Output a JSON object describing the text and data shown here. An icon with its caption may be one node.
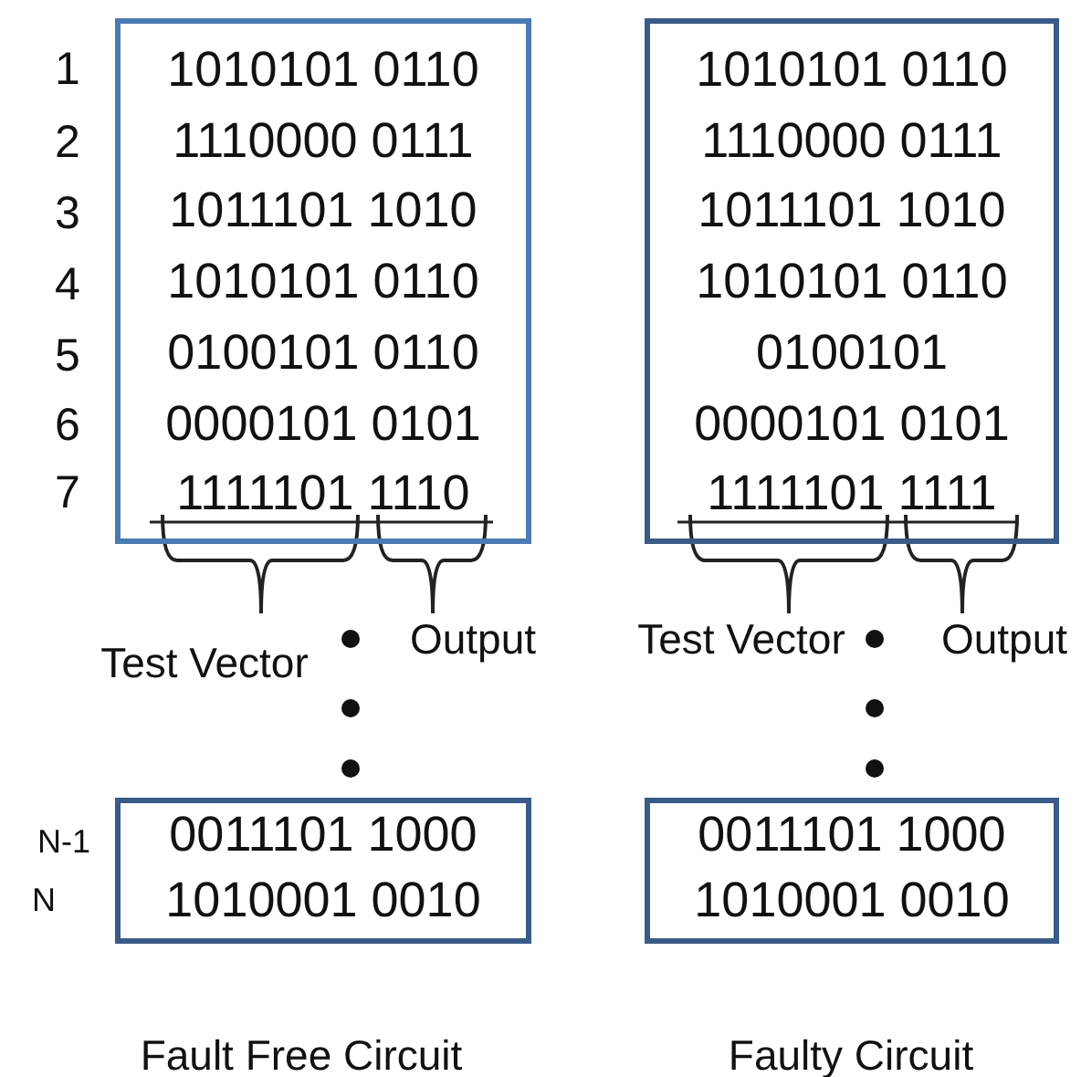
{
  "diagram": {
    "nodes": [
      {
        "text": [
          "1010101 0110",
          "1110000 0111",
          "1011101 1010",
          "1010101 0110",
          "0100101 0110",
          "0000101 0101",
          "1111101 1110"
        ]
      },
      {
        "text": [
          "1010101 0110",
          "1110000 0111",
          "1011101 1010",
          "1010101 0110",
          "0100101",
          "0000101 0101",
          "1111101 1111"
        ]
      },
      {
        "text": [
          "0011101 1000",
          "1010001 0010"
        ]
      },
      {
        "text": [
          "0011101 1000",
          "1010001 0010"
        ]
      }
    ],
    "labels": [
      "1",
      "2",
      "3",
      "4",
      "5",
      "6",
      "7",
      "Test Vector",
      "Output",
      "Test Vector",
      "Output",
      "N-1",
      "N",
      "Fault Free Circuit",
      "Faulty Circuit"
    ]
  }
}
